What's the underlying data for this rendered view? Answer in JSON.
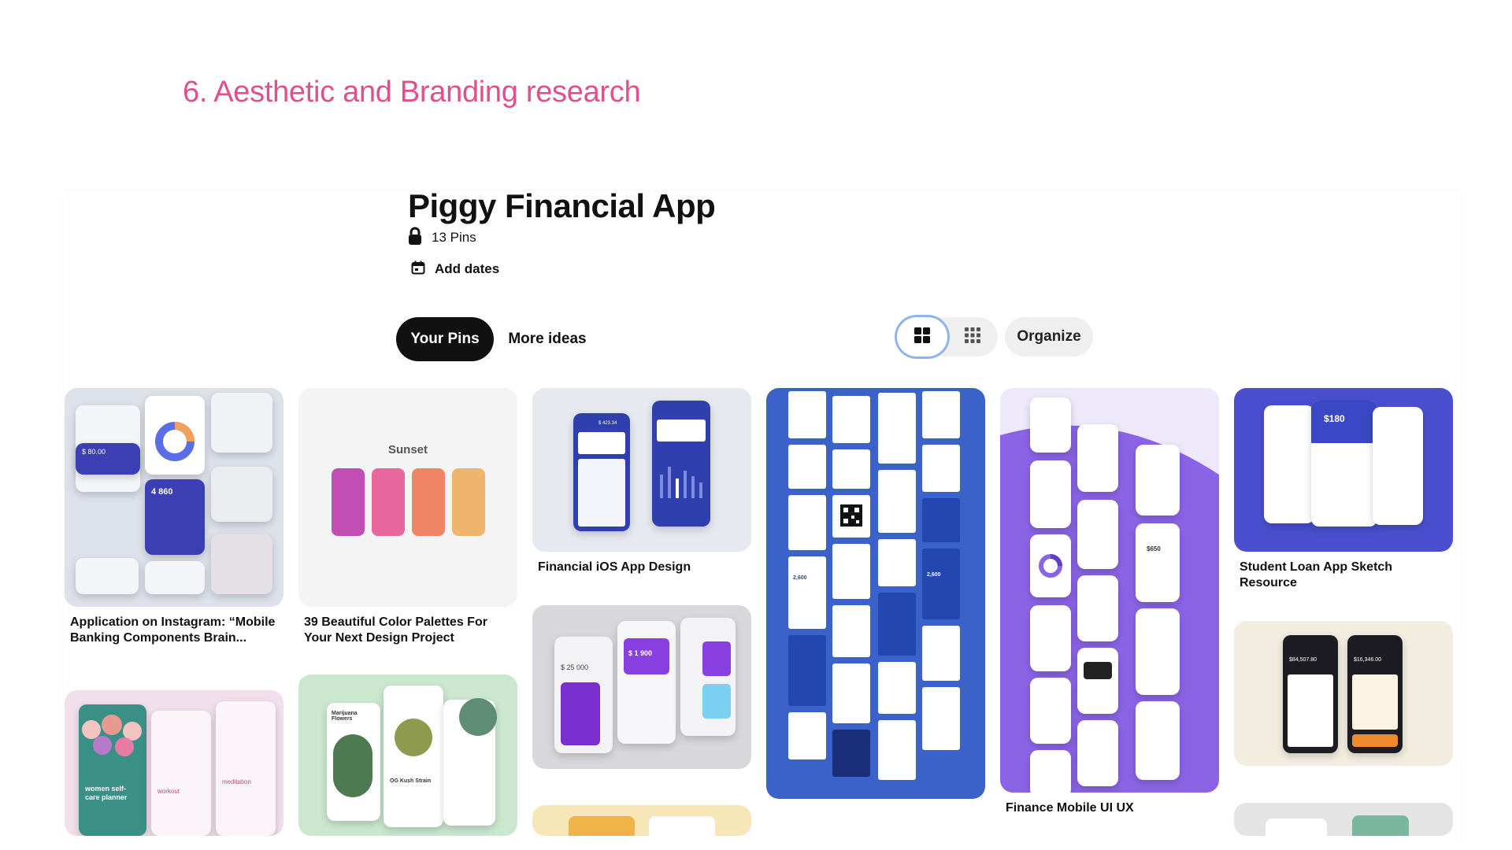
{
  "section_heading": "6. Aesthetic and Branding research",
  "board": {
    "title": "Piggy Financial App",
    "pin_count": "13 Pins",
    "add_dates": "Add dates"
  },
  "tabs": [
    {
      "label": "Your Pins",
      "active": true
    },
    {
      "label": "More ideas",
      "active": false
    }
  ],
  "view_controls": {
    "organize_label": "Organize",
    "active_view": "standard-grid"
  },
  "pins": [
    {
      "title": "Application on Instagram: “Mobile Banking Components Brain...",
      "image_text": [
        "$ 80.00",
        "4 860"
      ]
    },
    {
      "title": "39 Beautiful Color Palettes For Your Next Design Project",
      "image_text": [
        "Sunset"
      ]
    },
    {
      "title": "Financial iOS App Design",
      "image_text": [
        "$ 423.34"
      ]
    },
    {
      "title": "Student Loan App Sketch Resource",
      "image_text": [
        "$180"
      ]
    },
    {
      "title": "",
      "image_text": [
        "$ 25 000",
        "$ 1 900"
      ]
    },
    {
      "title": "",
      "image_text": [
        "2,600",
        "2,600"
      ]
    },
    {
      "title": "Finance Mobile UI UX",
      "image_text": [
        "$650"
      ]
    },
    {
      "title": "",
      "image_text": [
        "women self-care planner",
        "workout",
        "meditation"
      ]
    },
    {
      "title": "",
      "image_text": [
        "Marijuana Flowers",
        "OG Kush Strain"
      ]
    },
    {
      "title": "",
      "image_text": []
    },
    {
      "title": "",
      "image_text": [
        "$84,507.80",
        "$16,346.00"
      ]
    },
    {
      "title": "",
      "image_text": []
    }
  ],
  "colors": {
    "heading_pink": "#e0508c",
    "active_tab_bg": "#111111",
    "toggle_ring": "#8fb3ee",
    "palette_sunset": [
      "#c14fb3",
      "#e8689e",
      "#ef8466",
      "#efb56e"
    ],
    "finance_blue": "#3d4fc9",
    "finance_purple": "#8b64e6"
  },
  "icons": [
    "lock-icon",
    "calendar-icon",
    "grid-large-icon",
    "grid-dense-icon"
  ]
}
